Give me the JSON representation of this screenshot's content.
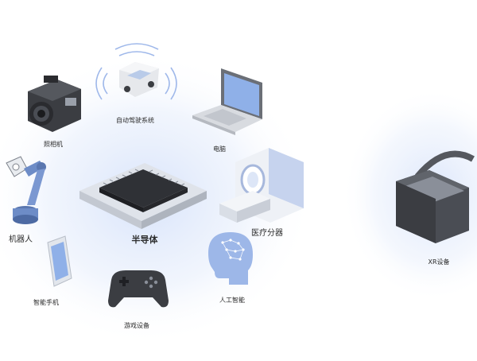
{
  "diagram": {
    "center_label": "半导体",
    "nodes": [
      {
        "id": "car",
        "label": "自动驾驶系统",
        "icon": "autonomous-car-icon"
      },
      {
        "id": "camera",
        "label": "照相机",
        "icon": "camera-icon"
      },
      {
        "id": "laptop",
        "label": "电脑",
        "icon": "laptop-icon"
      },
      {
        "id": "robot",
        "label": "机器人",
        "icon": "robot-arm-icon"
      },
      {
        "id": "medical",
        "label": "医疗分器",
        "icon": "ct-scanner-icon"
      },
      {
        "id": "phone",
        "label": "智能手机",
        "icon": "smartphone-icon"
      },
      {
        "id": "gamepad",
        "label": "游戏设备",
        "icon": "gamepad-icon"
      },
      {
        "id": "ai",
        "label": "人工智能",
        "icon": "ai-head-icon"
      },
      {
        "id": "xr",
        "label": "XR设备",
        "icon": "vr-headset-icon"
      }
    ],
    "colors": {
      "glow": "#dfe8fb",
      "device_dark": "#3b3d42",
      "screen_blue": "#8fb0e8",
      "accent_blue": "#b9cdf2"
    }
  }
}
